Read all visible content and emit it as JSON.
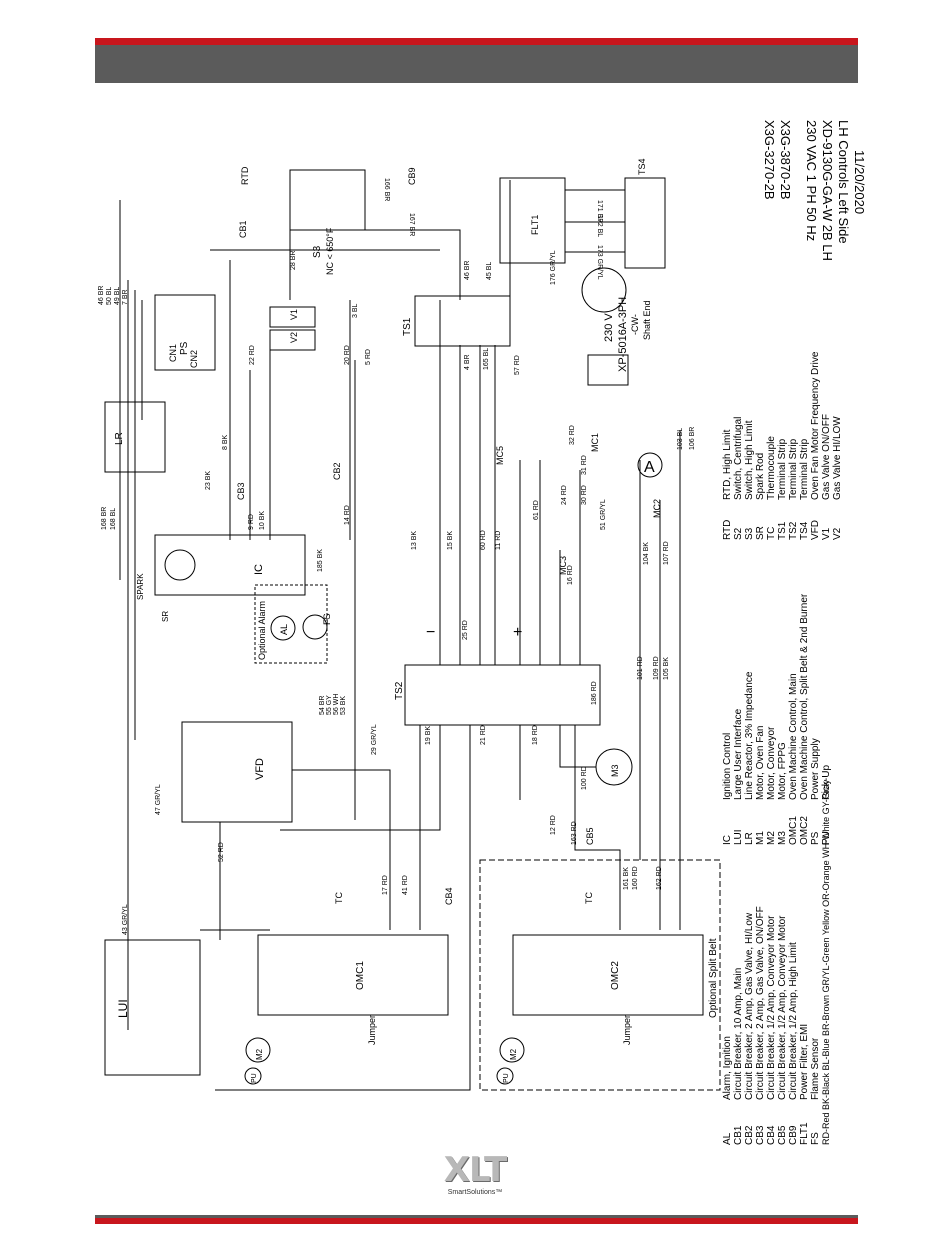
{
  "models": {
    "line1": "X3G-3270-2B",
    "line2": "X3G-3870-2B",
    "line3": "230 VAC 1 PH 50 Hz",
    "line4": "XD-9130G-GA-W 2B LH",
    "line5": "LH Controls Left Side",
    "line6": "11/20/2020"
  },
  "logo": {
    "word": "XLT",
    "tagline": "SmartSolutions™"
  },
  "legend_left": [
    {
      "code": "AL",
      "desc": "Alarm, Ignition"
    },
    {
      "code": "CB1",
      "desc": "Circuit Breaker, 10 Amp, Main"
    },
    {
      "code": "CB2",
      "desc": "Circuit Breaker, 2 Amp, Gas Valve, HI/Low"
    },
    {
      "code": "CB3",
      "desc": "Circuit Breaker, 2 Amp, Gas Valve, ON/OFF"
    },
    {
      "code": "CB4",
      "desc": "Circuit Breaker, 1/2 Amp, Conveyor Motor"
    },
    {
      "code": "CB5",
      "desc": "Circuit Breaker, 1/2 Amp, Conveyor Motor"
    },
    {
      "code": "CB9",
      "desc": "Circuit Breaker, 1/2 Amp, High Limit"
    },
    {
      "code": "FLT1",
      "desc": "Power Filter, EMI"
    },
    {
      "code": "FS",
      "desc": "Flame Sensor"
    }
  ],
  "legend_mid": [
    {
      "code": "IC",
      "desc": "Ignition Control"
    },
    {
      "code": "LUI",
      "desc": "Large User Interface"
    },
    {
      "code": "LR",
      "desc": "Line Reactor, 3% Impedance"
    },
    {
      "code": "M1",
      "desc": "Motor, Oven Fan"
    },
    {
      "code": "M2",
      "desc": "Motor, Conveyor"
    },
    {
      "code": "M3",
      "desc": "Motor, FPPG"
    },
    {
      "code": "OMC1",
      "desc": "Oven Machine Control, Main"
    },
    {
      "code": "OMC2",
      "desc": "Oven Machine Control, Split Belt & 2nd Burner"
    },
    {
      "code": "PS",
      "desc": "Power Supply"
    },
    {
      "code": "PU",
      "desc": "Pick-Up"
    }
  ],
  "legend_right": [
    {
      "code": "RTD",
      "desc": "RTD, High Limit"
    },
    {
      "code": "S2",
      "desc": "Switch, Centrifugal"
    },
    {
      "code": "S3",
      "desc": "Switch, High Limit"
    },
    {
      "code": "SR",
      "desc": "Spark Rod"
    },
    {
      "code": "TC",
      "desc": "Thermocouple"
    },
    {
      "code": "TS1",
      "desc": "Terminal Strip"
    },
    {
      "code": "TS2",
      "desc": "Terminal Strip"
    },
    {
      "code": "TS4",
      "desc": "Terminal Strip"
    },
    {
      "code": "VFD",
      "desc": "Oven Fan Motor Frequency Drive"
    },
    {
      "code": "V1",
      "desc": "Gas Valve ON/OFF"
    },
    {
      "code": "V2",
      "desc": "Gas Valve HI/LOW"
    }
  ],
  "colors_line": [
    "RD-Red  BK-Black  BL-Blue  BR-Brown  GR/YL-Green Yellow  OR-Orange  WH-White  GY-Gray"
  ],
  "components": {
    "lui": "LUI",
    "vfd": "VFD",
    "ic": "IC",
    "lr": "LR",
    "ps": "PS",
    "ps_cn1": "CN1",
    "ps_cn2": "CN2",
    "ts1": "TS1",
    "ts2": "TS2",
    "ts4": "TS4",
    "flt1": "FLT1",
    "s3": "S3",
    "s3_note": "NC < 650°F",
    "rtd": "RTD",
    "cb1": "CB1",
    "cb2": "CB2",
    "cb3": "CB3",
    "cb4": "CB4",
    "cb5": "CB5",
    "cb9": "CB9",
    "mc1": "MC1",
    "mc2": "MC2",
    "mc3": "MC3",
    "mc5": "MC5",
    "omc1": "OMC1",
    "omc2": "OMC2",
    "m1_letter": "A",
    "m2": "M2",
    "m3": "M3",
    "pu": "PU",
    "al": "AL",
    "fs": "FS",
    "sr": "SR",
    "tc": "TC",
    "v1": "V1",
    "v2": "V2",
    "spark": "SPARK",
    "optional_alarm": "Optional Alarm",
    "optional_split_belt": "Optional Split Belt",
    "jumper": "Jumper",
    "motor_model": "XP-5016A-3PH",
    "motor_volt": "230 V",
    "motor_rot": "-CW-",
    "motor_shaft": "Shaft End",
    "plus": "+",
    "minus": "−"
  },
  "wire_labels": [
    "46 BR",
    "50 BL",
    "49 BL",
    "7 BR",
    "28 BR",
    "3 BL",
    "22 RD",
    "20 RD",
    "8 BK",
    "23 BK",
    "168 BR",
    "168 BL",
    "9 RD",
    "10 BK",
    "14 RD",
    "13 BK",
    "15 BK",
    "60 RD",
    "11 RD",
    "61 RD",
    "25 RD",
    "5 RD",
    "4 BR",
    "165 BL",
    "57 RD",
    "46 BR",
    "45 BL",
    "176 GR/YL",
    "171 BR",
    "172 BL",
    "173 GR/YL",
    "166 BR",
    "167 BR",
    "32 RD",
    "31 RD",
    "30 RD",
    "24 RD",
    "51 GR/YL",
    "16 RD",
    "104 BK",
    "107 RD",
    "103 BL",
    "106 BR",
    "185 BK",
    "54 BR",
    "55 GY",
    "56 WH",
    "53 BK",
    "186 RD",
    "29 GR/YL",
    "19 BK",
    "21 RD",
    "18 RD",
    "100 RD",
    "101 RD",
    "109 RD",
    "105 BK",
    "12 RD",
    "163 RD",
    "161 BK",
    "160 RD",
    "162 RD",
    "17 RD",
    "41 RD",
    "52 RD",
    "47 GR/YL",
    "43 GR/YL"
  ]
}
